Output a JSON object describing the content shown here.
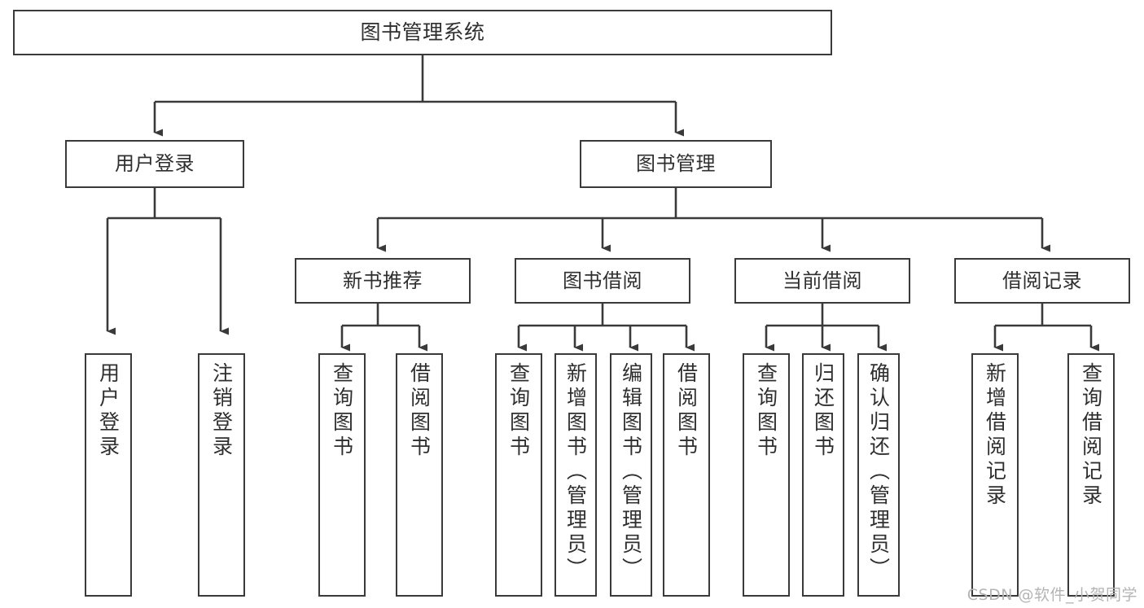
{
  "diagram": {
    "title": "图书管理系统",
    "type": "tree-hierarchy",
    "watermark": "CSDN @软件_小贺同学",
    "colors": {
      "border": "#3a3a3a",
      "text": "#2f2f2f",
      "background": "#ffffff",
      "connector": "#3a3a3a",
      "watermark": "#b4b4b4"
    },
    "root": {
      "label": "图书管理系统"
    },
    "level1": [
      {
        "id": "user-login",
        "label": "用户登录"
      },
      {
        "id": "book-management",
        "label": "图书管理"
      }
    ],
    "level2": [
      {
        "id": "new-book-recommend",
        "label": "新书推荐",
        "parent": "book-management"
      },
      {
        "id": "book-borrow",
        "label": "图书借阅",
        "parent": "book-management"
      },
      {
        "id": "current-borrow",
        "label": "当前借阅",
        "parent": "book-management"
      },
      {
        "id": "borrow-record",
        "label": "借阅记录",
        "parent": "book-management"
      }
    ],
    "leaves": [
      {
        "id": "leaf-user-login",
        "label": "用户登录",
        "parent": "user-login"
      },
      {
        "id": "leaf-logout-login",
        "label": "注销登录",
        "parent": "user-login"
      },
      {
        "id": "leaf-query-book-1",
        "label": "查询图书",
        "parent": "new-book-recommend"
      },
      {
        "id": "leaf-borrow-book-1",
        "label": "借阅图书",
        "parent": "new-book-recommend"
      },
      {
        "id": "leaf-query-book-2",
        "label": "查询图书",
        "parent": "book-borrow"
      },
      {
        "id": "leaf-add-book",
        "label": "新增图书（管理员）",
        "parent": "book-borrow"
      },
      {
        "id": "leaf-edit-book",
        "label": "编辑图书（管理员）",
        "parent": "book-borrow"
      },
      {
        "id": "leaf-borrow-book-2",
        "label": "借阅图书",
        "parent": "book-borrow"
      },
      {
        "id": "leaf-query-book-3",
        "label": "查询图书",
        "parent": "current-borrow"
      },
      {
        "id": "leaf-return-book",
        "label": "归还图书",
        "parent": "current-borrow"
      },
      {
        "id": "leaf-confirm-return",
        "label": "确认归还（管理员）",
        "parent": "current-borrow"
      },
      {
        "id": "leaf-add-record",
        "label": "新增借阅记录",
        "parent": "borrow-record"
      },
      {
        "id": "leaf-query-record",
        "label": "查询借阅记录",
        "parent": "borrow-record"
      }
    ]
  }
}
